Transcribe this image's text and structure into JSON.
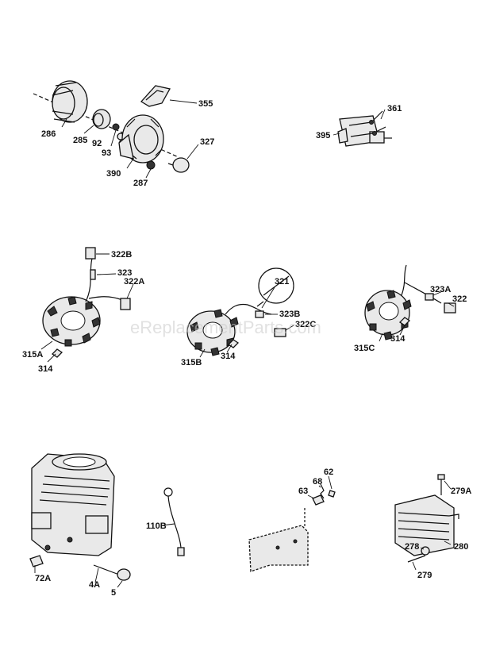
{
  "watermark": "eReplacementParts.com",
  "labels": {
    "l286": "286",
    "l285": "285",
    "l92": "92",
    "l93": "93",
    "l355": "355",
    "l327": "327",
    "l390": "390",
    "l287": "287",
    "l361": "361",
    "l395": "395",
    "l322B": "322B",
    "l323": "323",
    "l322A": "322A",
    "l315A": "315A",
    "l314a": "314",
    "l321": "321",
    "l323B": "323B",
    "l322C": "322C",
    "l315B": "315B",
    "l314b": "314",
    "l323A": "323A",
    "l322": "322",
    "l315C": "315C",
    "l314c": "314",
    "l110B": "110B",
    "l72A": "72A",
    "l4A": "4A",
    "l5": "5",
    "l62": "62",
    "l68": "68",
    "l63": "63",
    "l279A": "279A",
    "l278": "278",
    "l280": "280",
    "l279": "279"
  }
}
